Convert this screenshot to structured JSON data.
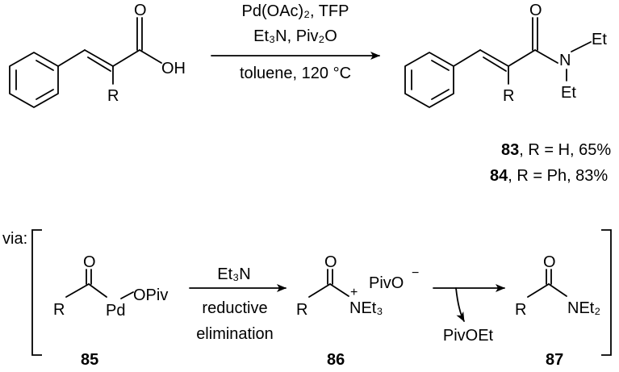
{
  "reaction": {
    "reagent_line1": "Pd(OAc)₂, TFP",
    "reagent_line2": "Et₃N, Piv₂O",
    "reagent_line3": "toluene, 120 °C"
  },
  "reactant": {
    "o_label": "O",
    "oh_label": "OH",
    "r_label": "R"
  },
  "product": {
    "o_label": "O",
    "n_label": "N",
    "et_top": "Et",
    "et_bottom": "Et",
    "r_label": "R",
    "entries": [
      {
        "num": "83",
        "desc": ", R = H, 65%"
      },
      {
        "num": "84",
        "desc": ", R = Ph, 83%"
      }
    ]
  },
  "mechanism": {
    "via_label": "via:",
    "step1_reagent": "Et₃N",
    "step1_cond1": "reductive",
    "step1_cond2": "elimination",
    "step2_byproduct": "PivOEt",
    "c85": {
      "num": "85",
      "o": "O",
      "r": "R",
      "pd": "Pd",
      "opiv": "OPiv"
    },
    "c86": {
      "num": "86",
      "o": "O",
      "r": "R",
      "n": "NEt₃",
      "plus": "+",
      "anion": "PivO",
      "minus": "−"
    },
    "c87": {
      "num": "87",
      "o": "O",
      "r": "R",
      "n": "NEt₂"
    }
  }
}
